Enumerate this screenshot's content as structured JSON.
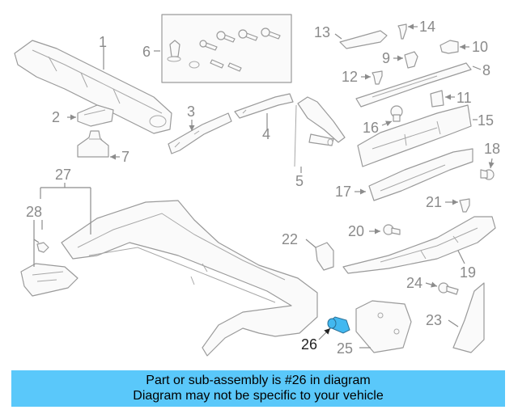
{
  "callouts": [
    "1",
    "2",
    "3",
    "4",
    "5",
    "6",
    "7",
    "8",
    "9",
    "10",
    "11",
    "12",
    "13",
    "14",
    "15",
    "16",
    "17",
    "18",
    "19",
    "20",
    "21",
    "22",
    "23",
    "24",
    "25",
    "26",
    "27",
    "28"
  ],
  "highlight": {
    "part": "26",
    "color": "#42b8f0"
  },
  "banner": {
    "line1": "Part or sub-assembly is #26 in diagram",
    "line2": "Diagram may not be specific to your vehicle",
    "color": "#5ac8fa"
  }
}
